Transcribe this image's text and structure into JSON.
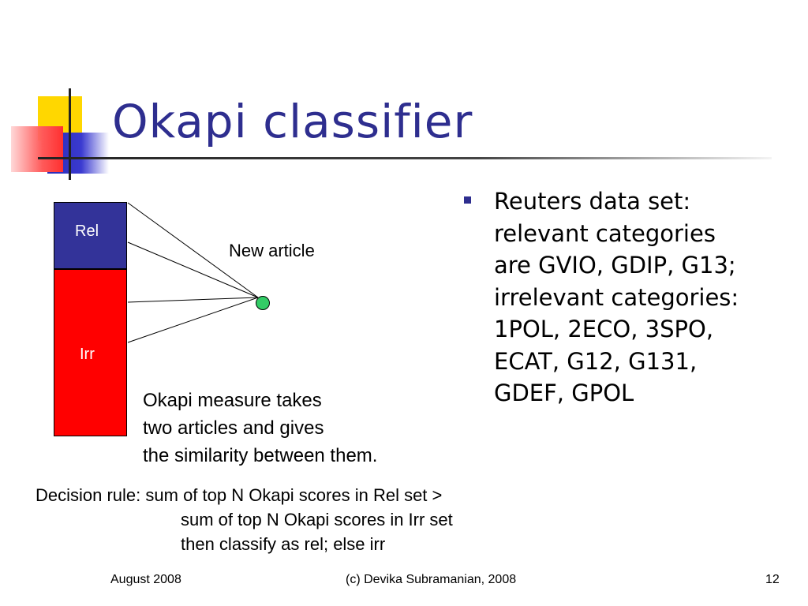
{
  "slide": {
    "title": "Okapi classifier",
    "diagram": {
      "rel_label": "Rel",
      "irr_label": "Irr",
      "new_article_label": "New article",
      "measure_note": [
        "Okapi measure takes",
        "two articles and gives",
        "the similarity between them."
      ]
    },
    "bullet": {
      "lines": [
        "Reuters data set:",
        "relevant categories",
        "are GVIO, GDIP, G13;",
        "irrelevant categories:",
        "1POL, 2ECO, 3SPO,",
        "ECAT, G12, G131,",
        "GDEF, GPOL"
      ]
    },
    "decision_rule": [
      "Decision rule: sum of top N Okapi scores in Rel set >",
      "sum of top N Okapi scores in Irr set",
      "then classify as rel; else irr"
    ],
    "footer": {
      "date": "August 2008",
      "copyright": "(c) Devika Subramanian, 2008",
      "page_number": "12"
    }
  },
  "colors": {
    "title": "#2e2e8f",
    "rel_box": "#333399",
    "irr_box": "#ff0000",
    "article_node": "#33cc66"
  }
}
